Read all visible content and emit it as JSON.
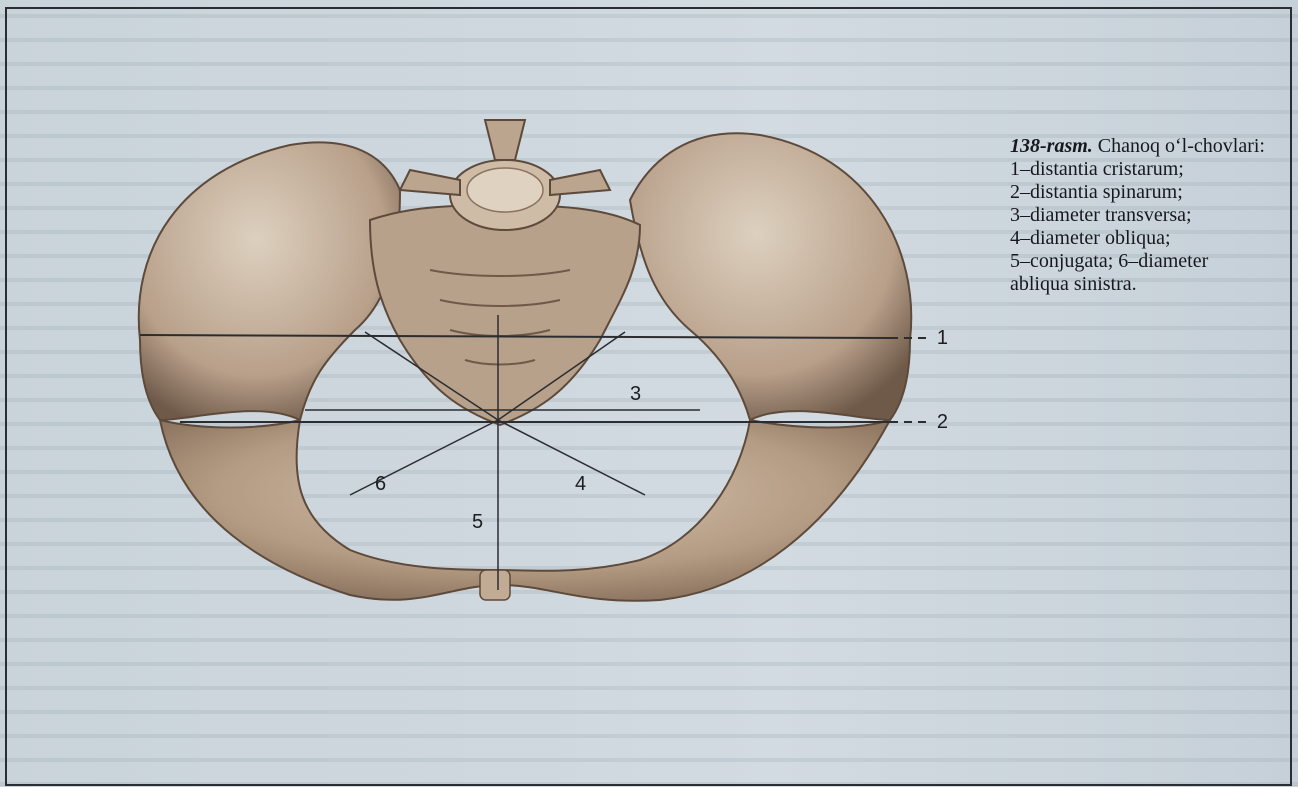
{
  "figure": {
    "markers": [
      "1",
      "2",
      "3",
      "4",
      "5",
      "6"
    ]
  },
  "caption": {
    "number": "138-rasm.",
    "title": "Chanoq o‘l-chovlari:",
    "items": [
      "1–distantia cristarum;",
      "2–distantia spinarum;",
      "3–diameter transversa;",
      "4–diameter obliqua;",
      "5–conjugata; 6–diameter",
      "abliqua sinistra."
    ]
  }
}
